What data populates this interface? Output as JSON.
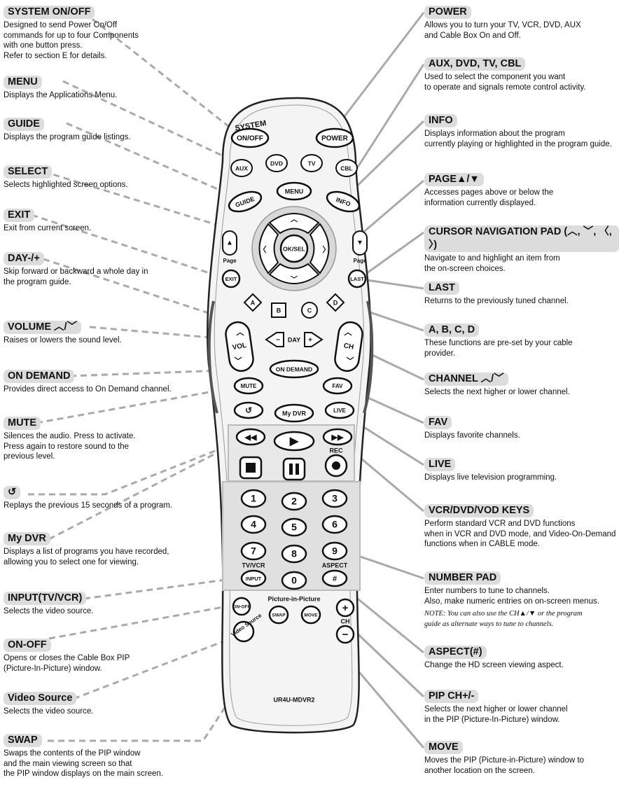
{
  "labels_left": [
    {
      "title": "SYSTEM ON/OFF",
      "desc": "Designed to send Power On/Off\ncommands for up to four Components\nwith one button press.\nRefer to section E for details."
    },
    {
      "title": "MENU",
      "desc": "Displays the Applications Menu."
    },
    {
      "title": "GUIDE",
      "desc": "Displays the program guide listings."
    },
    {
      "title": "SELECT",
      "desc": "Selects highlighted screen options."
    },
    {
      "title": "EXIT",
      "desc": "Exit from current screen."
    },
    {
      "title": "DAY-/+",
      "desc": "Skip forward or backward a whole day in\nthe program guide."
    },
    {
      "title": "VOLUME ︿/﹀",
      "desc": "Raises or lowers the sound level."
    },
    {
      "title": "ON DEMAND",
      "desc": "Provides direct access to On Demand channel."
    },
    {
      "title": "MUTE",
      "desc": "Silences the audio. Press to activate.\nPress again to restore sound to the\nprevious level."
    },
    {
      "title": "↺",
      "desc": "Replays the previous 15 seconds of a program."
    },
    {
      "title": "My DVR",
      "desc": "Displays a list of programs you have recorded,\nallowing you to select one for viewing."
    },
    {
      "title": "INPUT(TV/VCR)",
      "desc": "Selects the video source."
    },
    {
      "title": "ON-OFF",
      "desc": "Opens or closes the Cable Box PIP\n(Picture-In-Picture) window."
    },
    {
      "title": "Video Source",
      "desc": "Selects the video source."
    },
    {
      "title": "SWAP",
      "desc": "Swaps the contents of the PIP window\nand the main viewing screen so that\nthe PIP window displays on the main screen."
    }
  ],
  "labels_right": [
    {
      "title": "POWER",
      "desc": "Allows you to turn your TV, VCR, DVD, AUX\nand Cable Box On and Off."
    },
    {
      "title": "AUX, DVD, TV, CBL",
      "desc": "Used to select the component you want\nto operate and signals remote control activity."
    },
    {
      "title": "INFO",
      "desc": "Displays information about the program\ncurrently playing or highlighted in the program guide."
    },
    {
      "title": "PAGE▲/▼",
      "desc": "Accesses pages above or below the\ninformation currently displayed."
    },
    {
      "title": "CURSOR NAVIGATION PAD (︿, ﹀, 〈, 〉)",
      "desc": "Navigate to and highlight an item from\nthe on-screen choices."
    },
    {
      "title": "LAST",
      "desc": "Returns to the previously tuned channel."
    },
    {
      "title": "A, B, C, D",
      "desc": "These functions are pre-set by your cable\nprovider."
    },
    {
      "title": "CHANNEL ︿/﹀",
      "desc": "Selects the next higher or lower channel."
    },
    {
      "title": "FAV",
      "desc": "Displays favorite channels."
    },
    {
      "title": "LIVE",
      "desc": "Displays live television programming."
    },
    {
      "title": "VCR/DVD/VOD KEYS",
      "desc": "Perform standard VCR and DVD functions\nwhen in VCR and DVD mode, and Video-On-Demand\nfunctions when in CABLE mode."
    },
    {
      "title": "NUMBER PAD",
      "desc": "Enter numbers to tune to channels.\nAlso, make numeric entries on on-screen menus.",
      "note": "NOTE: You can also use the CH▲/▼ or the program\nguide as alternate ways to tune to channels."
    },
    {
      "title": "ASPECT(#)",
      "desc": "Change the HD screen viewing aspect."
    },
    {
      "title": "PIP CH+/-",
      "desc": "Selects the next higher or lower channel\nin the PIP (Picture-In-Picture) window."
    },
    {
      "title": "MOVE",
      "desc": "Moves the PIP (Picture-in-Picture) window to\nanother location on the screen."
    }
  ],
  "remote": {
    "system_label": "SYSTEM",
    "on_off": "ON/OFF",
    "power": "POWER",
    "aux": "AUX",
    "dvd": "DVD",
    "tv": "TV",
    "cbl": "CBL",
    "guide": "GUIDE",
    "menu": "MENU",
    "info": "INFO",
    "page": "Page",
    "ok_sel": "OK/SEL",
    "exit": "EXIT",
    "last": "LAST",
    "a": "A",
    "b": "B",
    "c": "C",
    "d": "D",
    "vol": "VOL",
    "ch": "CH",
    "day": "DAY",
    "on_demand": "ON DEMAND",
    "mute": "MUTE",
    "fav": "FAV",
    "replay": "↺",
    "my_dvr": "My DVR",
    "live": "LIVE",
    "rec": "REC",
    "digits": [
      "1",
      "2",
      "3",
      "4",
      "5",
      "6",
      "7",
      "8",
      "9",
      "0"
    ],
    "tv_vcr": "TV/VCR",
    "input": "INPUT",
    "aspect": "ASPECT",
    "hash": "#",
    "pip_label": "Picture-in-Picture",
    "pip_on_off": "ON-OFF",
    "swap": "SWAP",
    "move": "MOVE",
    "video_source": "Video Source",
    "pip_ch": "CH",
    "plus": "+",
    "minus": "−",
    "model": "UR4U-MDVR2"
  }
}
